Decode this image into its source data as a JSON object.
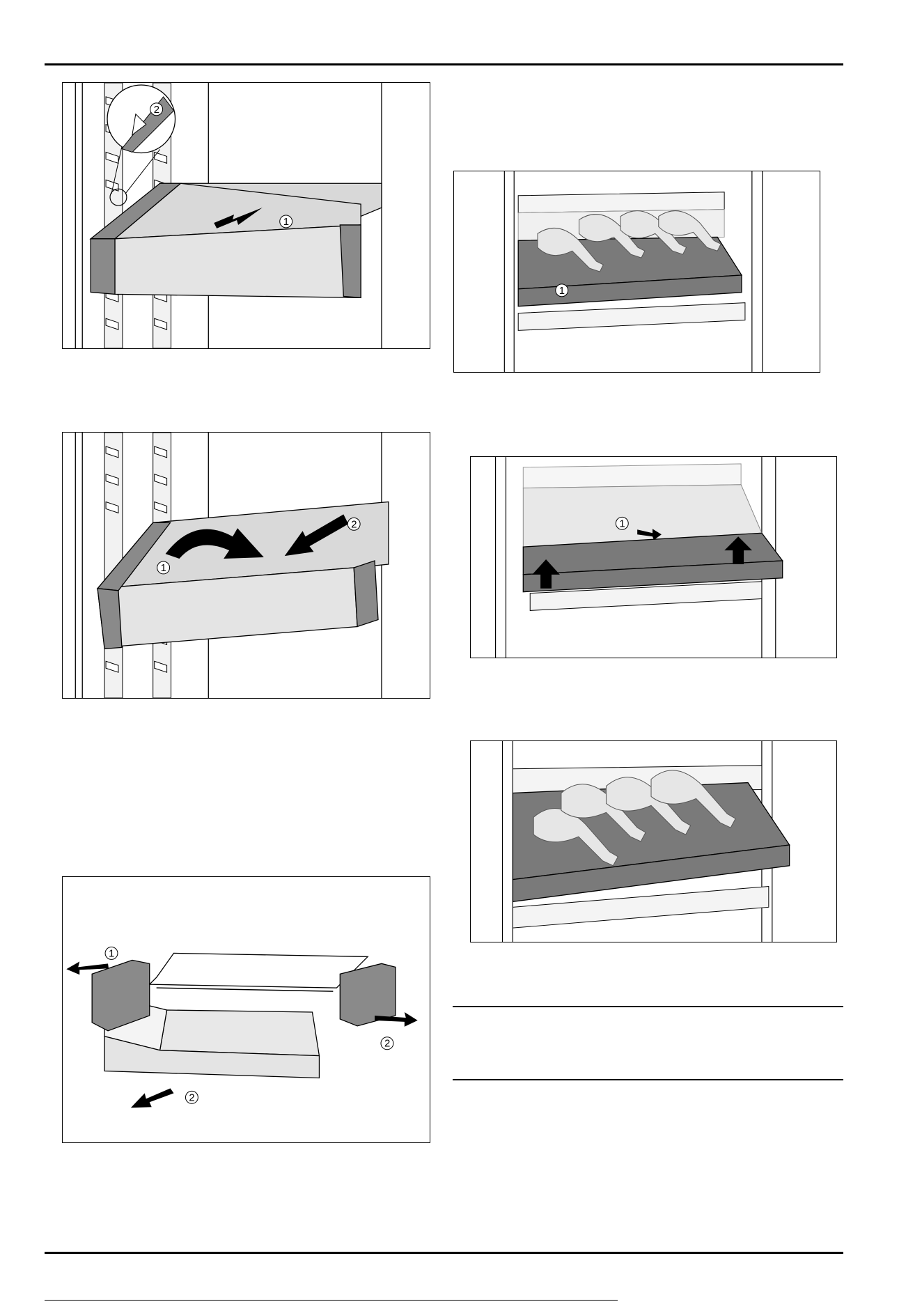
{
  "figures": [
    {
      "id": "fig-1",
      "callouts": [
        "1",
        "2"
      ]
    },
    {
      "id": "fig-2",
      "callouts": [
        "1",
        "2"
      ]
    },
    {
      "id": "fig-3",
      "callouts": [
        "1",
        "2",
        "2"
      ]
    },
    {
      "id": "fig-4",
      "callouts": [
        "1"
      ]
    },
    {
      "id": "fig-5",
      "callouts": [
        "1"
      ]
    },
    {
      "id": "fig-6",
      "callouts": []
    }
  ],
  "colors": {
    "line": "#000000",
    "shelf_gray": "#7a7a7a",
    "light_gray": "#e8e8e8",
    "mid_gray": "#bdbdbd"
  }
}
